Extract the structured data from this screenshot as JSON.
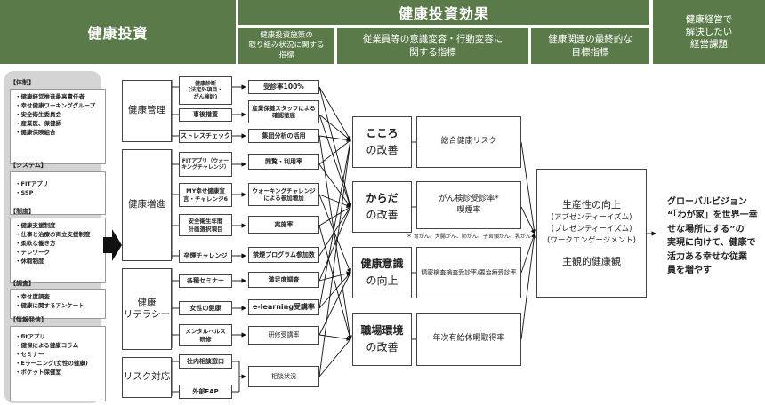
{
  "headers": {
    "kenko_toushi": "健康投資",
    "kouka": "健康投資効果",
    "kadai": "健康経営で\n解決したい\n経営課題",
    "sub1": "健康投資施策の\n取り組み状況に関する\n指標",
    "sub2": "従業員等の意識変容・行動変容に\n関する指標",
    "sub3": "健康関連の最終的な\n目標指標"
  },
  "left_panel": {
    "groups": [
      {
        "label": "【体制】",
        "items": [
          "・健康経営推進最高責任者",
          "・幸せ健康ワーキンググループ",
          "・安全衛生委員会",
          "・産業医、保健師",
          "・健康保険組合"
        ]
      },
      {
        "label": "【システム】",
        "items": [
          "・FITアプリ",
          "・SSP"
        ]
      },
      {
        "label": "【制度】",
        "items": [
          "・健康支援制度",
          "・仕事と治療の両立支援制度",
          "・柔軟な働き方",
          "・テレワーク",
          "・休暇制度"
        ]
      },
      {
        "label": "【調査】",
        "items": [
          "・幸せ度調査",
          "・健康に関するアンケート"
        ]
      },
      {
        "label": "【情報発信】",
        "items": [
          "・fitアプリ",
          "・健保による健康コラム",
          "・セミナー",
          "・Eラーニング(女性の健康)",
          "・ポケット保健室"
        ]
      }
    ]
  },
  "categories": [
    "健康管理",
    "健康増進",
    "健康\nリテラシー",
    "リスク対応"
  ],
  "measures": [
    "健康診断\n(法定外項目・\nがん検診)",
    "事後措置",
    "ストレスチェック",
    "FITアプリ（ウォー\nキングチャレンジ）",
    "MY幸せ健康宣\n言・チャレンジ6",
    "安全衛生年間\n計画選択項目",
    "卒煙チャレンジ",
    "各種セミナー",
    "女性の健康",
    "メンタルヘルス\n研修",
    "社内相談窓口",
    "外部EAP"
  ],
  "indicators": [
    "受診率100%",
    "産業保健スタッフによる\n確認徹底",
    "集団分析の活用",
    "閲覧・利用率",
    "ウォーキングチャレンジ\nによる参加増加",
    "実施率",
    "禁煙プログラム参加数",
    "満足度調査",
    "e-learning受講率",
    "研修受講率",
    "相談状況"
  ],
  "improvements": [
    {
      "title": "こころ",
      "suffix": "の改善"
    },
    {
      "title": "からだ",
      "suffix": "の改善"
    },
    {
      "title": "健康意識",
      "suffix": "の向上"
    },
    {
      "title": "職場環境",
      "suffix": "の改善"
    }
  ],
  "behavior_indicators": [
    "総合健康リスク",
    "がん検診受診率*\n喫煙率",
    "精密検査検査受診率/要治療受診率",
    "年次有給休暇取得率"
  ],
  "footnote": "＊ 胃がん、大腸がん、肺がん、子宮頸がん、乳がん",
  "final_goal": {
    "title": "生産性の向上",
    "items": [
      "(アブゼンティーイズム)",
      "(プレゼンティーイズム)",
      "(ワークエンゲージメント)"
    ],
    "sub": "主観的健康観"
  },
  "issue": "グローバルビジョン\n“「わが家」を世界一幸\nせな場所にする”の\n実現に向けて、健康で\n活力ある幸せな従業\n員を増やす",
  "colors": {
    "header": "#5b7a4a",
    "panel": "#d4d4d4",
    "arrow": "#111111"
  }
}
